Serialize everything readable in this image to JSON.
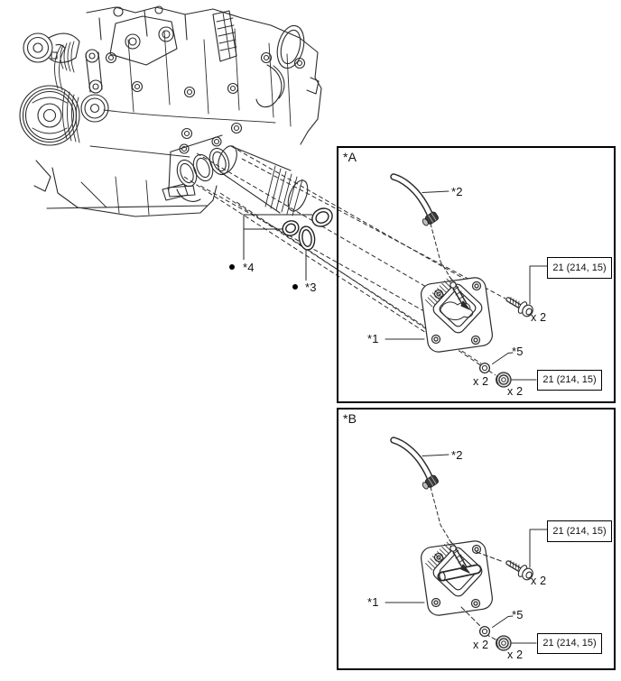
{
  "colors": {
    "background": "#ffffff",
    "line": "#2b2b2b",
    "panel_border": "#000000",
    "hose_fitting_dark": "#3a3a3a"
  },
  "engine_callouts": {
    "oring_pair": {
      "label": "*4",
      "marker": "dot"
    },
    "oring_single": {
      "label": "*3",
      "marker": "dot"
    }
  },
  "panels": [
    {
      "label": "*A",
      "cooler": {
        "label": "*1"
      },
      "hose": {
        "label": "*2"
      },
      "seal": {
        "label": "*5",
        "qty": "x 2"
      },
      "bolt": {
        "torque": "21 (214, 15)",
        "qty": "x 2"
      },
      "nut": {
        "torque": "21 (214, 15)",
        "qty": "x 2"
      }
    },
    {
      "label": "*B",
      "cooler": {
        "label": "*1"
      },
      "hose": {
        "label": "*2"
      },
      "seal": {
        "label": "*5",
        "qty": "x 2"
      },
      "bolt": {
        "torque": "21 (214, 15)",
        "qty": "x 2"
      },
      "nut": {
        "torque": "21 (214, 15)",
        "qty": "x 2"
      }
    }
  ]
}
